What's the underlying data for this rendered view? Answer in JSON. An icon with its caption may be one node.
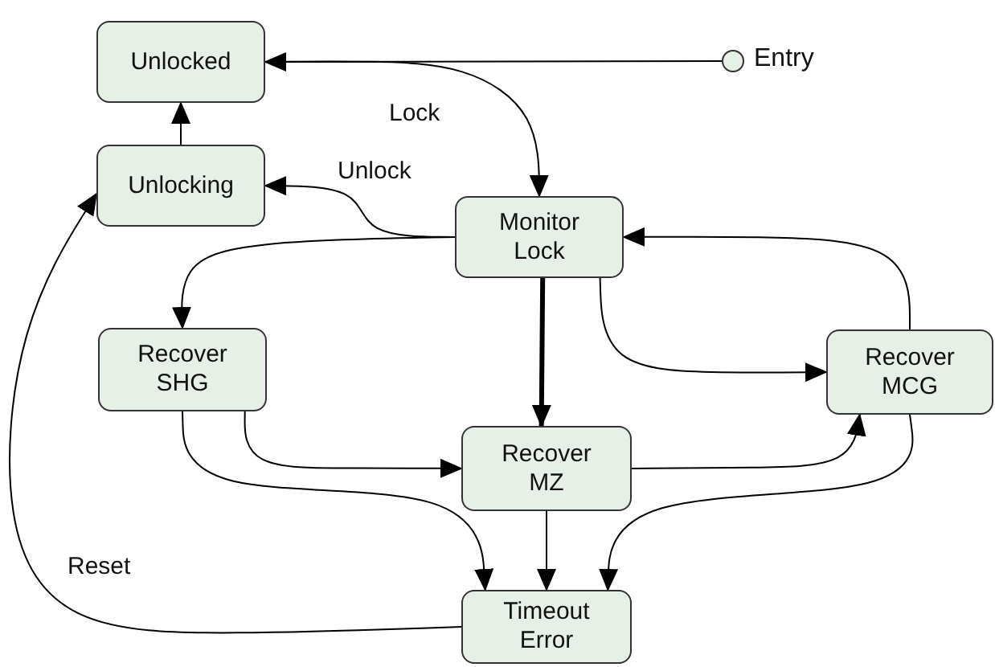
{
  "diagram": {
    "nodes": [
      {
        "text": [
          "Unlocked"
        ]
      },
      {
        "text": [
          "Unlocking"
        ]
      },
      {
        "text": [
          "Monitor Lock"
        ]
      },
      {
        "text": [
          "Recover SHG"
        ]
      },
      {
        "text": [
          "Recover MZ"
        ]
      },
      {
        "text": [
          "Recover MCG"
        ]
      },
      {
        "text": [
          "Timeout Error"
        ]
      },
      {
        "text": [],
        "shape": "circle",
        "beside": [
          "Entry"
        ]
      }
    ],
    "edges": [
      {
        "from": 7,
        "to": 0,
        "arrow": "to"
      },
      {
        "from": 0,
        "to": 2,
        "arrow": "to",
        "label": "Lock"
      },
      {
        "from": 1,
        "to": 0,
        "arrow": "to"
      },
      {
        "from": 2,
        "to": 1,
        "arrow": "to",
        "label": "Unlock"
      },
      {
        "from": 2,
        "to": 3,
        "arrow": "to"
      },
      {
        "from": 2,
        "to": 4,
        "arrow": "to",
        "style": "thick"
      },
      {
        "from": 2,
        "to": 5,
        "arrow": "to"
      },
      {
        "from": 5,
        "to": 2,
        "arrow": "to"
      },
      {
        "from": 3,
        "to": 4,
        "arrow": "to"
      },
      {
        "from": 4,
        "to": 5,
        "arrow": "to"
      },
      {
        "from": 3,
        "to": 6,
        "arrow": "to"
      },
      {
        "from": 4,
        "to": 6,
        "arrow": "to"
      },
      {
        "from": 5,
        "to": 6,
        "arrow": "to"
      },
      {
        "from": 6,
        "to": 1,
        "arrow": "to",
        "label": "Reset"
      }
    ]
  }
}
